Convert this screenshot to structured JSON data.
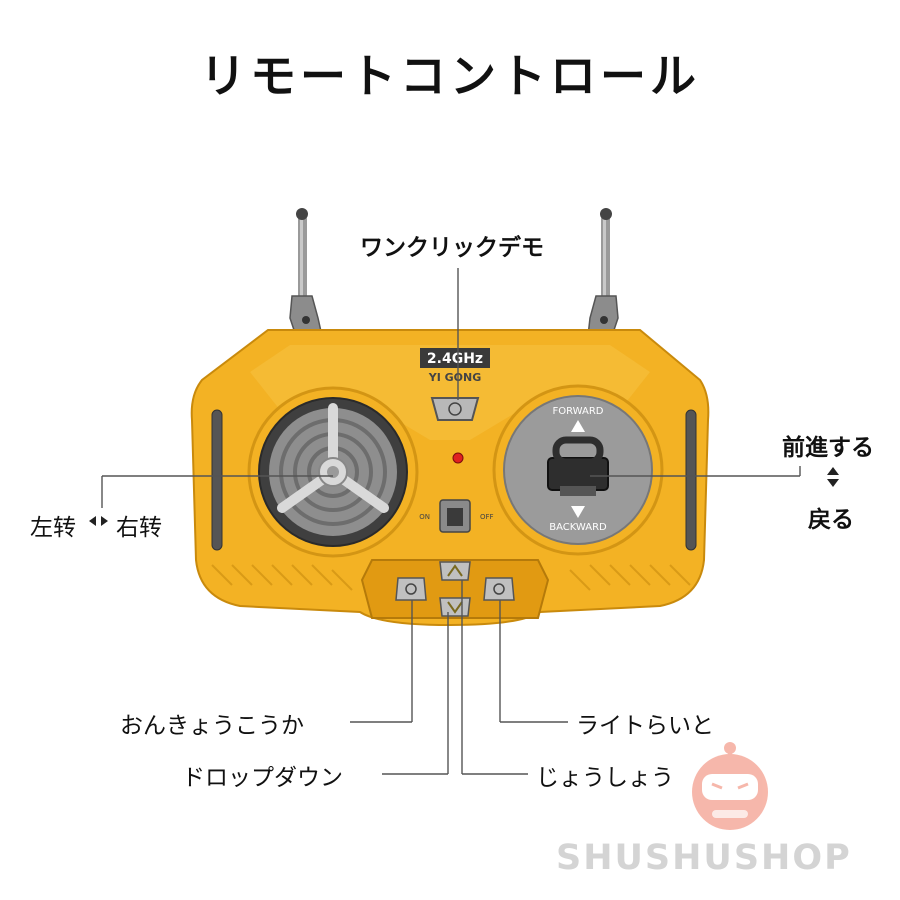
{
  "title": "リモートコントロール",
  "device": {
    "frequency": "2.4GHz",
    "brand": "YI GONG",
    "forward_label": "FORWARD",
    "backward_label": "BACKWARD",
    "switch_on": "ON",
    "switch_off": "OFF",
    "body_color": "#f3b224",
    "accent_color": "#e19a12"
  },
  "callouts": {
    "one_click_demo": "ワンクリックデモ",
    "left_turn": "左转",
    "right_turn": "右转",
    "forward": "前進する",
    "backward": "戻る",
    "sound_effect": "おんきょうこうか",
    "drop_down": "ドロップダウン",
    "light": "ライトらいと",
    "raise": "じょうしょう"
  },
  "watermark": "SHUSHUSHOP"
}
